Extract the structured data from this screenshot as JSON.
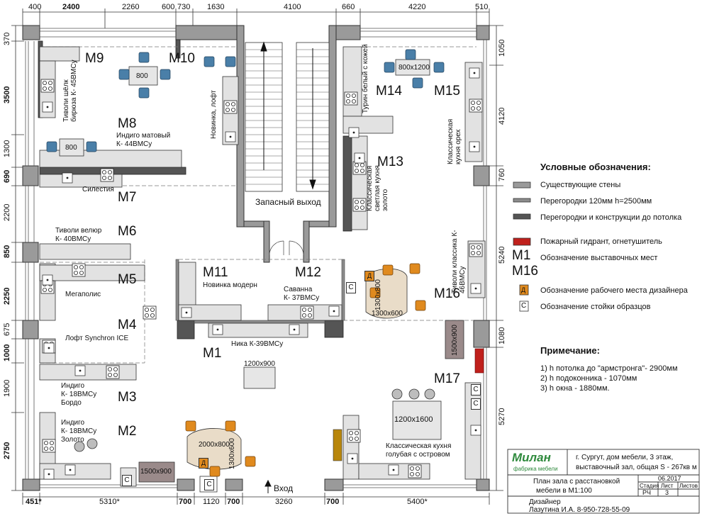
{
  "dims_top": [
    "400",
    "2400",
    "2260",
    "600",
    "730",
    "1630",
    "4100",
    "660",
    "4220",
    "510"
  ],
  "dims_bottom": [
    "451*",
    "5310*",
    "700",
    "1120",
    "700",
    "3260",
    "700",
    "5400*"
  ],
  "dims_left": [
    "370",
    "3500",
    "1300",
    "690",
    "2200",
    "850",
    "2250",
    "675",
    "1000",
    "1900",
    "2750"
  ],
  "dims_right": [
    "1050",
    "4120",
    "760",
    "5240",
    "1080",
    "5270"
  ],
  "zones": {
    "m1": "M1",
    "m2": "M2",
    "m3": "M3",
    "m4": "M4",
    "m5": "M5",
    "m6": "M6",
    "m7": "M7",
    "m8": "M8",
    "m9": "M9",
    "m10": "M10",
    "m11": "M11",
    "m12": "M12",
    "m13": "M13",
    "m14": "M14",
    "m15": "M15",
    "m16": "M16",
    "m17": "M17"
  },
  "labels": {
    "tivoli_silk": "Тиволи шёлк бирюза К- 45ВМСу",
    "indigo_matt_1": "Индиго матовый",
    "indigo_matt_2": "К- 44ВМСу",
    "novinka_loft": "Новинка, лофт",
    "silestia": "Силестия",
    "tivoli_velur_1": "Тиволи велюр",
    "tivoli_velur_2": "К- 40ВМСу",
    "megapolis": "Мегаполис",
    "loft_synchron": "Лофт Synchron ICE",
    "indigo_bordo_1": "Индиго",
    "indigo_bordo_2": "К- 18ВМСу",
    "indigo_bordo_3": "Бордо",
    "indigo_zoloto_1": "Индиго",
    "indigo_zoloto_2": "К- 18ВМСу",
    "indigo_zoloto_3": "Золото",
    "novinka_modern": "Новинка модерн",
    "savanna_1": "Саванна",
    "savanna_2": "К- 37ВМСу",
    "nika": "Ника К-39ВМСу",
    "turin": "Турин белый с кожей",
    "classic_light": "Классическая светлая кухня золото",
    "classic_oreh": "Классическая кухня орех",
    "tivoli_classic": "Тиволи классика К- 46ВМСу",
    "classic_blue_1": "Классическая кухня",
    "classic_blue_2": "голубая с островом",
    "emergency_exit": "Запасный выход",
    "entrance": "Вход",
    "c": "С",
    "d": "Д"
  },
  "sizes": {
    "t800a": "800",
    "t800b": "800",
    "t800x1200": "800x1200",
    "t1200x900": "1200x900",
    "t1300x800": "1300x800",
    "t1300x600": "1300x600",
    "t1500x900a": "1500x900",
    "t1500x900b": "1500x900",
    "t1200x1600": "1200x1600",
    "t2000x800": "2000x800",
    "t1300x600b": "1300x600"
  },
  "legend": {
    "title": "Условные обозначения:",
    "items": [
      "Существующие  стены",
      "Перегородки 120мм h=2500мм",
      "Перегородки и конструкции до потолка",
      "Пожарный гидрант, огнетушитель",
      "Обозначение выставочных мест",
      "Обозначение рабочего места дизайнера",
      "Обозначение стойки образцов"
    ],
    "m1": "M1",
    "m16": "M16",
    "d": "Д",
    "c": "С"
  },
  "notes": {
    "title": "Примечание:",
    "items": [
      "1) h потолка до \"армстронга\"- 2900мм",
      "2) h подоконника - 1070мм",
      "3) h окна - 1880мм."
    ]
  },
  "titleblock": {
    "logo": "Милан",
    "logo_sub": "фабрика мебели",
    "location_1": "г. Сургут, дом мебели, 3 этаж,",
    "location_2": "выставочный зал, общая S - 267кв м",
    "plan_1": "План зала с расстановкой",
    "plan_2": "мебели в М1:100",
    "date": "06.2017",
    "h_stage": "Стадия",
    "h_sheet": "Лист",
    "h_sheets": "Листов",
    "stage": "РЧ",
    "sheet": "3",
    "designer_label": "Дизайнер",
    "designer": "Лазутина И.А. 8-950-728-55-09"
  },
  "colors": {
    "wall": "#555555",
    "partition": "#8c8c8c",
    "counter": "#e2e2e2",
    "chair_blue": "#4a7fa8",
    "chair_orange": "#e08a1e",
    "hydrant": "#c0201c",
    "island": "#e6e6e6",
    "sofa": "#9a8a8a",
    "round_table": "#e9dcc8",
    "logo_green": "#2f8a3d"
  }
}
